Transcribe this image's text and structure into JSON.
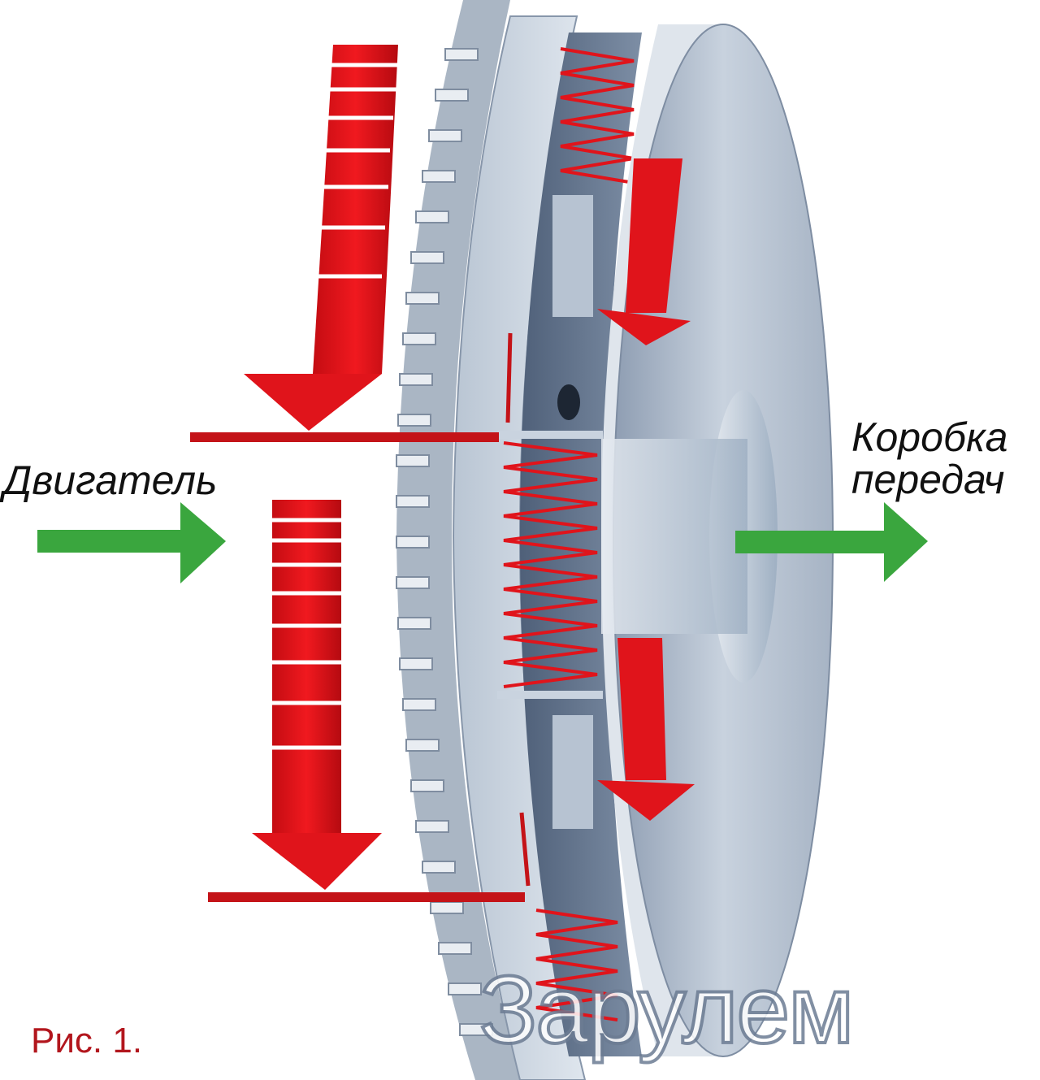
{
  "diagram": {
    "title": "Dual-mass flywheel torque transmission",
    "labels": {
      "engine": "Двигатель",
      "gearbox_line1": "Коробка",
      "gearbox_line2": "передач",
      "figure": "Рис. 1.",
      "watermark": "Зарулем"
    },
    "colors": {
      "red_arrow": "#e0141b",
      "green_arrow": "#3aa63e",
      "metal_light": "#c9d3df",
      "metal_mid": "#9aa9bb",
      "metal_dark": "#5f7086",
      "background": "#ffffff",
      "figure_text": "#b2161d"
    },
    "elements": [
      "ring-gear",
      "primary-flywheel",
      "damper-springs",
      "secondary-flywheel",
      "input-arrow",
      "output-arrow",
      "torque-arrows"
    ]
  }
}
